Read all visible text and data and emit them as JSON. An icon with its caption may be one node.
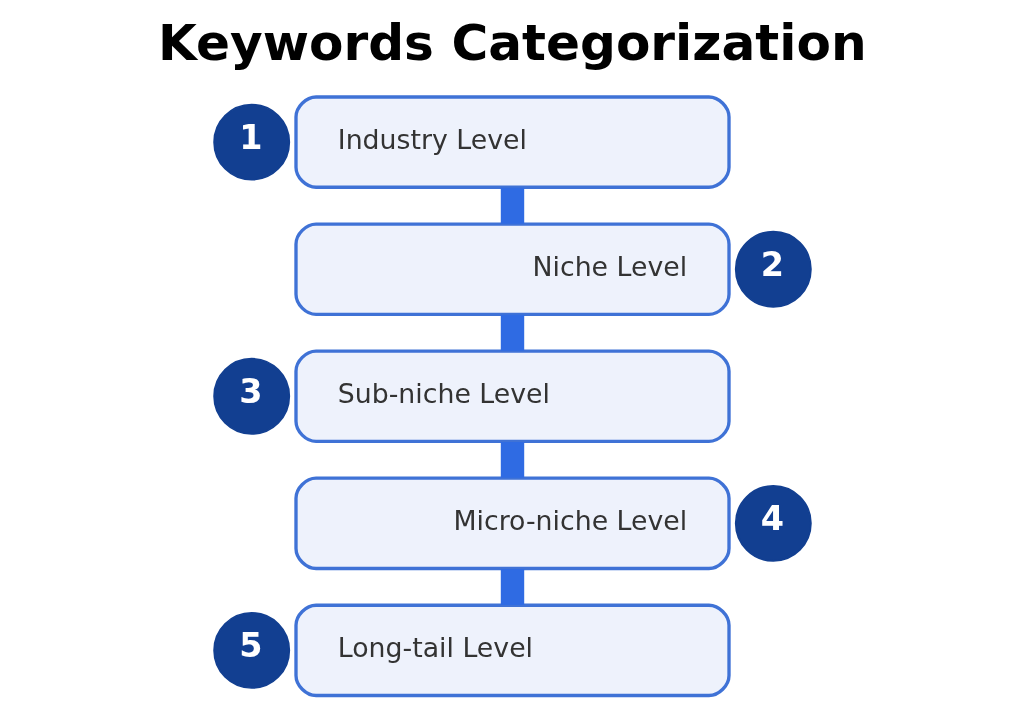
{
  "diagram": {
    "title": "Keywords Categorization",
    "nodes": [
      {
        "text": [
          "1"
        ]
      },
      {
        "text": [
          "Industry Level"
        ]
      },
      {
        "text": [
          "Niche Level"
        ]
      },
      {
        "text": [
          "2"
        ]
      },
      {
        "text": [
          "3"
        ]
      },
      {
        "text": [
          "Sub-niche Level"
        ]
      },
      {
        "text": [
          "Micro-niche Level"
        ]
      },
      {
        "text": [
          "4"
        ]
      },
      {
        "text": [
          "5"
        ]
      },
      {
        "text": [
          "Long-tail Level"
        ]
      }
    ],
    "edges": [
      {
        "from": 1,
        "to": 2,
        "arrow": "none"
      },
      {
        "from": 2,
        "to": 5,
        "arrow": "none"
      },
      {
        "from": 5,
        "to": 6,
        "arrow": "none"
      },
      {
        "from": 6,
        "to": 9,
        "arrow": "none"
      }
    ]
  }
}
